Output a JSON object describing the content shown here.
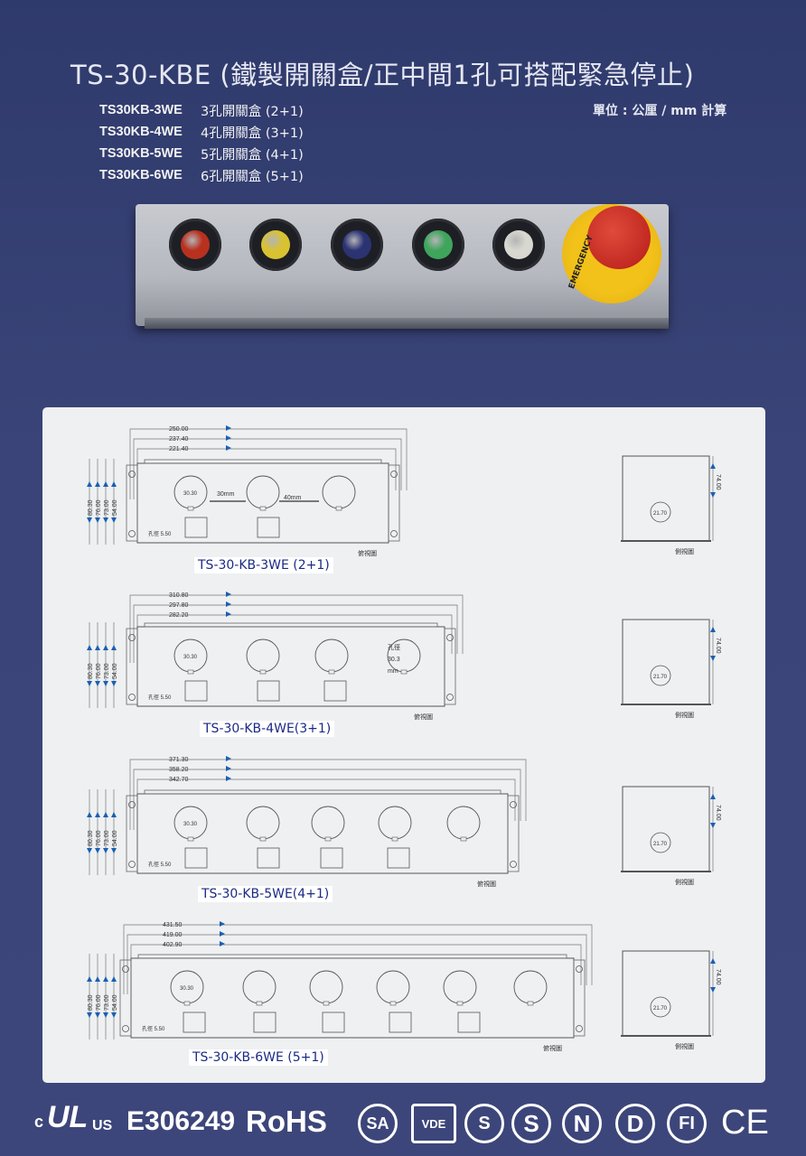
{
  "header": {
    "title": "TS-30-KBE (鐵製開關盒/正中間1孔可搭配緊急停止)",
    "unit": "單位 : 公厘 / mm 計算"
  },
  "models": [
    {
      "code": "TS30KB-3WE",
      "desc": "3孔開關盒 (2+1)"
    },
    {
      "code": "TS30KB-4WE",
      "desc": "4孔開關盒 (3+1)"
    },
    {
      "code": "TS30KB-5WE",
      "desc": "5孔開關盒 (4+1)"
    },
    {
      "code": "TS30KB-6WE",
      "desc": "6孔開關盒 (5+1)"
    }
  ],
  "photo": {
    "button_colors": [
      "#b8311f",
      "#d9c232",
      "#2b3373",
      "#3fa55c",
      "#d8d8d0"
    ],
    "estop_text": "EMERGENCY",
    "estop_color": "#c22a22",
    "ring_color": "#f2c21a"
  },
  "drawings": [
    {
      "caption": "TS-30-KB-3WE (2+1)",
      "lengths": [
        "250.00",
        "237.40",
        "221.40"
      ],
      "heights": [
        "80.30",
        "76.00",
        "73.00",
        "54.00"
      ],
      "hole_label": "30.30",
      "mount_hole": "孔徑 5.50",
      "spacing_a": "30mm",
      "spacing_b": "40mm",
      "side_height": "74.00",
      "side_hole": "21.70",
      "side_caption": "側視圖",
      "top_caption": "俯視圖"
    },
    {
      "caption": "TS-30-KB-4WE(3+1)",
      "lengths": [
        "310.80",
        "297.80",
        "282.20"
      ],
      "heights": [
        "80.30",
        "76.00",
        "73.00",
        "54.00"
      ],
      "hole_label": "30.30",
      "mount_hole": "孔徑 5.50",
      "hole_note": [
        "孔徑",
        "30.3",
        "mm"
      ],
      "side_height": "74.00",
      "side_hole": "21.70",
      "side_caption": "側視圖",
      "top_caption": "俯視圖"
    },
    {
      "caption": "TS-30-KB-5WE(4+1)",
      "lengths": [
        "371.30",
        "358.20",
        "342.70"
      ],
      "heights": [
        "80.30",
        "76.00",
        "73.00",
        "54.00"
      ],
      "hole_label": "30.30",
      "mount_hole": "孔徑 5.50",
      "side_height": "74.00",
      "side_hole": "21.70",
      "side_caption": "側視圖",
      "top_caption": "俯視圖"
    },
    {
      "caption": "TS-30-KB-6WE (5+1)",
      "lengths": [
        "431.50",
        "419.00",
        "402.90"
      ],
      "heights": [
        "80.30",
        "76.00",
        "73.00",
        "54.00"
      ],
      "hole_label": "30.30",
      "mount_hole": "孔徑 5.50",
      "side_height": "74.00",
      "side_hole": "21.70",
      "side_caption": "側視圖",
      "top_caption": "俯視圖"
    }
  ],
  "certs": {
    "ul": "c",
    "ul_mid": "UL",
    "ul_suffix": "US",
    "e_number": "E306249",
    "rohs": "RoHS",
    "tuv": "VDE",
    "s1": "S",
    "s2": "S",
    "n": "N",
    "d": "D",
    "fi": "FI",
    "ce": "CE"
  }
}
